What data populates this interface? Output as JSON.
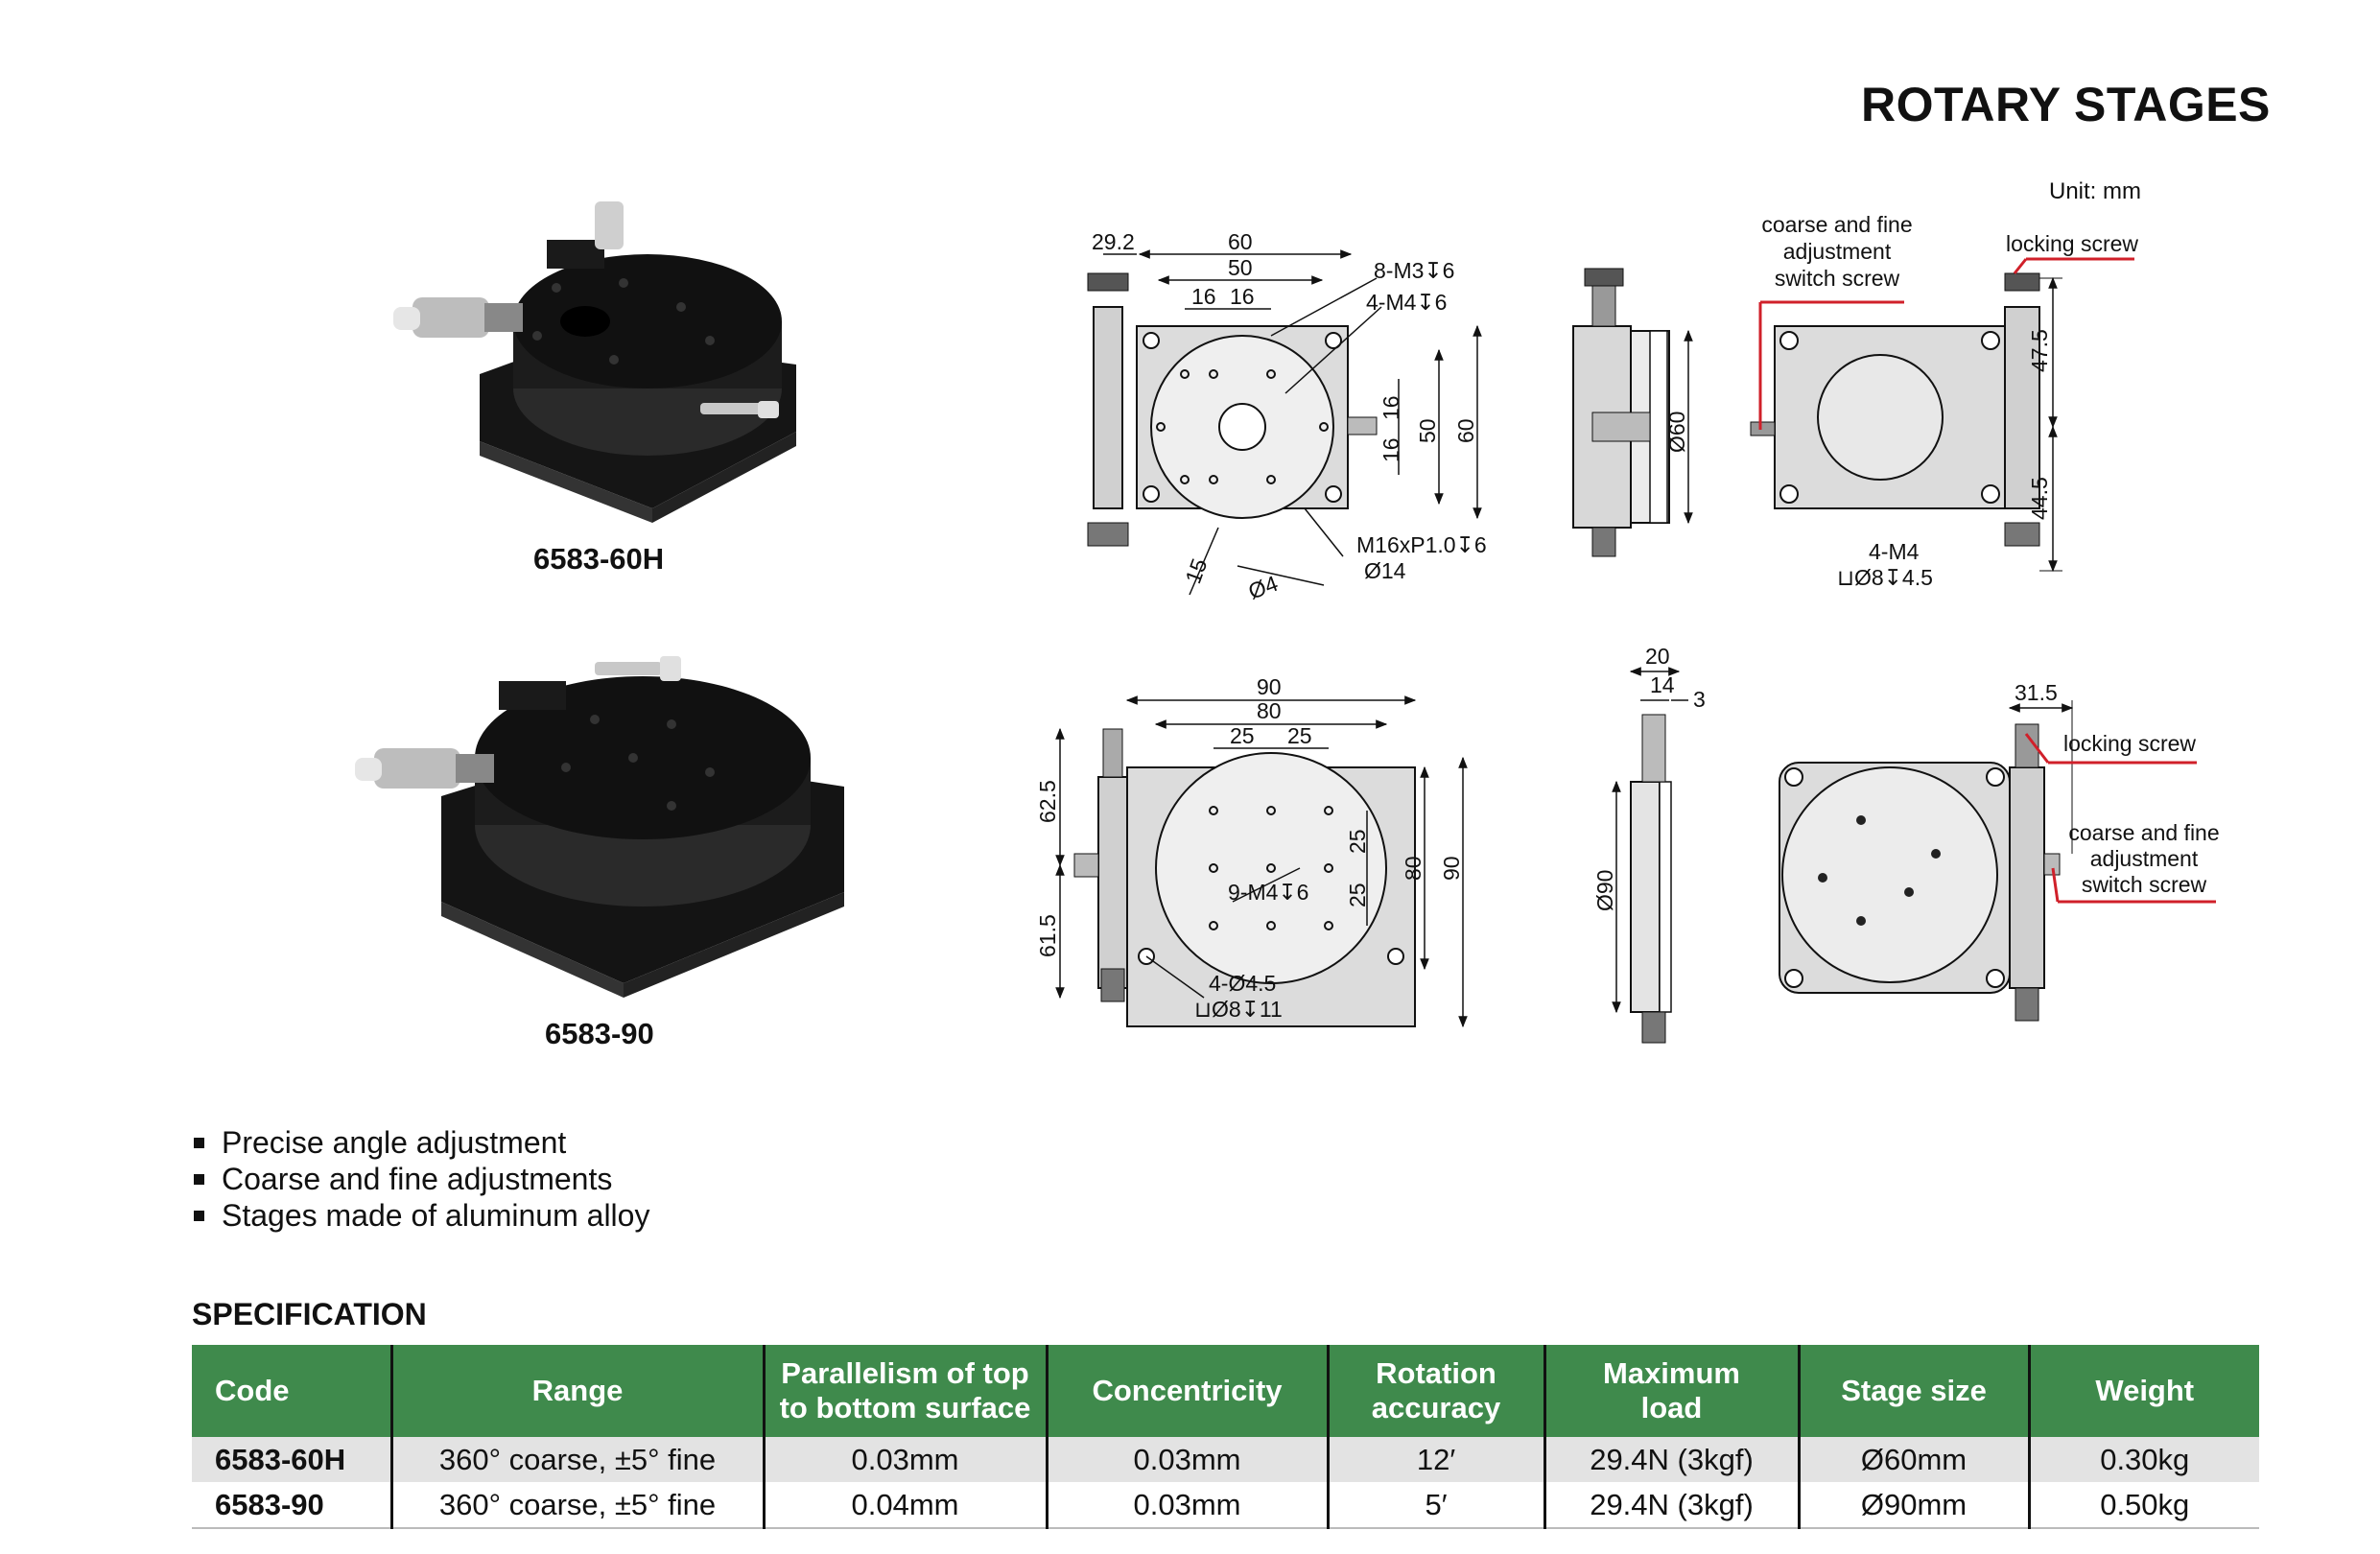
{
  "title": "ROTARY STAGES",
  "unit_label": "Unit: mm",
  "products": [
    {
      "code": "6583-60H"
    },
    {
      "code": "6583-90"
    }
  ],
  "drawings": {
    "top": {
      "d29_2": "29.2",
      "d60": "60",
      "d50": "50",
      "d16a": "16",
      "d16b": "16",
      "hole1": "8-M3↧6",
      "hole2": "4-M4↧6",
      "v16a": "16",
      "v16b": "16",
      "v50": "50",
      "v60": "60",
      "thread": "M16xP1.0↧6",
      "dia14": "Ø14",
      "d15": "15",
      "dia4": "Ø4",
      "side_dia": "Ø60",
      "switch_label": [
        "coarse and fine",
        "adjustment",
        "switch screw"
      ],
      "locking_label": "locking screw",
      "v47_5": "47.5",
      "v44_5": "44.5",
      "mount1": "4-M4",
      "mount2": "⊔Ø8↧4.5"
    },
    "bottom": {
      "d90": "90",
      "d80": "80",
      "d25a": "25",
      "d25b": "25",
      "v62_5": "62.5",
      "v61_5": "61.5",
      "v25a": "25",
      "v25b": "25",
      "v80": "80",
      "v90": "90",
      "hole": "9-M4↧6",
      "mount1": "4-Ø4.5",
      "mount2": "⊔Ø8↧11",
      "side_d20": "20",
      "side_d14": "14",
      "side_d3": "3",
      "side_dia": "Ø90",
      "d31_5": "31.5",
      "locking_label": "locking screw",
      "switch_label": [
        "coarse and fine",
        "adjustment",
        "switch screw"
      ]
    }
  },
  "features": [
    "Precise angle adjustment",
    "Coarse and fine adjustments",
    "Stages made of aluminum alloy"
  ],
  "spec_title": "SPECIFICATION",
  "table": {
    "headers": [
      [
        "Code"
      ],
      [
        "Range"
      ],
      [
        "Parallelism of top",
        "to bottom surface"
      ],
      [
        "Concentricity"
      ],
      [
        "Rotation",
        "accuracy"
      ],
      [
        "Maximum",
        "load"
      ],
      [
        "Stage size"
      ],
      [
        "Weight"
      ]
    ],
    "rows": [
      [
        "6583-60H",
        "360° coarse, ±5° fine",
        "0.03mm",
        "0.03mm",
        "12′",
        "29.4N (3kgf)",
        "Ø60mm",
        "0.30kg"
      ],
      [
        "6583-90",
        "360° coarse, ±5° fine",
        "0.04mm",
        "0.03mm",
        "5′",
        "29.4N (3kgf)",
        "Ø90mm",
        "0.50kg"
      ]
    ]
  },
  "colors": {
    "header_green": "#3f8a4c",
    "callout_red": "#d0202a",
    "row_gray": "#e3e3e3",
    "part_gray": "#dcdcdc"
  }
}
